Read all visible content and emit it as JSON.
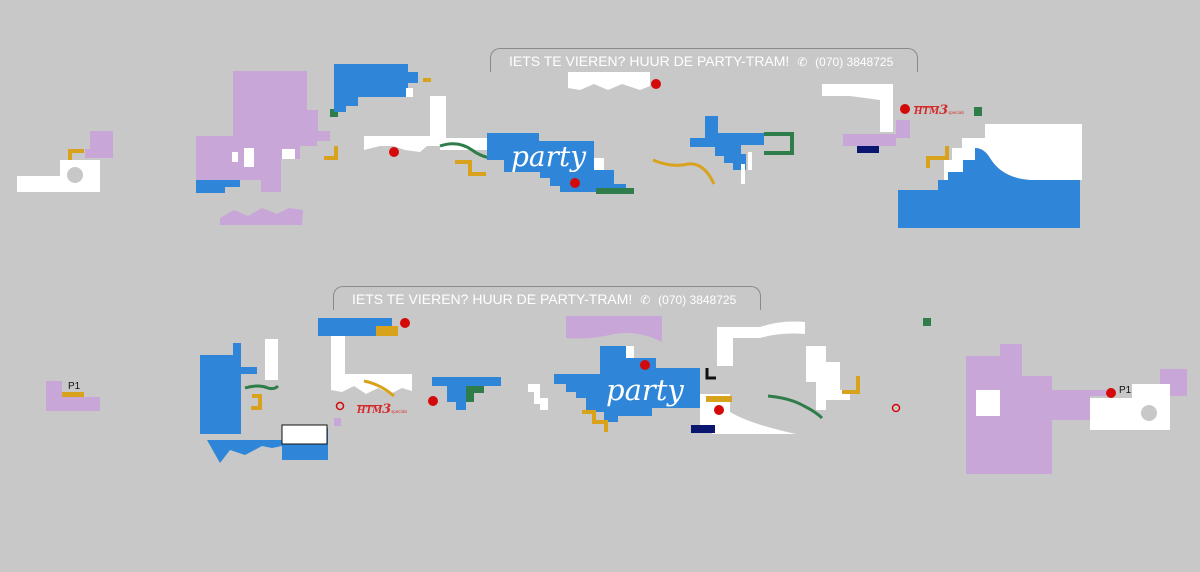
{
  "banner": {
    "slogan": "IETS TE VIEREN? HUUR DE PARTY-TRAM!",
    "phone_icon": "phone-icon",
    "phone_glyph": "✆",
    "phone": "(070) 3848725"
  },
  "tram": {
    "party_label": "party",
    "stop_label": "P1",
    "logo": {
      "htm": "HTM",
      "three": "3",
      "specials": "specials"
    }
  },
  "colors": {
    "background": "#c8c8c8",
    "blue": "#2f86d8",
    "lilac": "#c8a6d8",
    "white": "#ffffff",
    "yellow": "#d9a21c",
    "green": "#2e7d4a",
    "navy": "#0a1670",
    "red": "#d40a0a",
    "black": "#111111"
  }
}
